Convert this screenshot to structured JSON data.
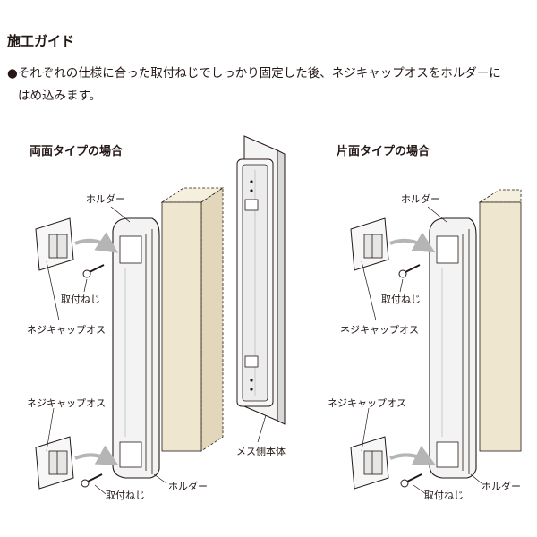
{
  "title": "施工ガイド",
  "instruction": {
    "bullet": "●",
    "line1": "それぞれの仕様に合った取付ねじでしっかり固定した後、ネジキャップオスをホルダーに",
    "line2": "はめ込みます。"
  },
  "left_panel": {
    "heading": "両面タイプの場合",
    "label_holder_top": "ホルダー",
    "label_screw_top": "取付ねじ",
    "label_cap_top": "ネジキャップオス",
    "label_cap_bottom": "ネジキャップオス",
    "label_screw_bottom": "取付ねじ",
    "label_holder_bottom": "ホルダー",
    "label_female_body": "メス側本体"
  },
  "right_panel": {
    "heading": "片面タイプの場合",
    "label_holder_top": "ホルダー",
    "label_screw_top": "取付ねじ",
    "label_cap_top": "ネジキャップオス",
    "label_cap_bottom": "ネジキャップオス",
    "label_screw_bottom": "取付ねじ",
    "label_holder_bottom": "ホルダー"
  },
  "colors": {
    "wall_fill": "#efe6d0",
    "metal_fill": "#f1f1f1",
    "line": "#231815",
    "arrow": "#b5b5b5"
  }
}
